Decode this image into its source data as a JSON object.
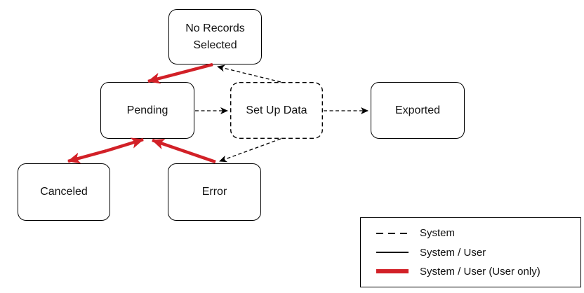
{
  "colors": {
    "arrow_red": "#d22027",
    "line_black": "#000000",
    "text": "#111111",
    "background": "#ffffff"
  },
  "diagram": {
    "nodes": {
      "no_records_selected": {
        "label": "No Records Selected",
        "outline": "solid"
      },
      "pending": {
        "label": "Pending",
        "outline": "solid"
      },
      "set_up_data": {
        "label": "Set Up Data",
        "outline": "dashed"
      },
      "exported": {
        "label": "Exported",
        "outline": "solid"
      },
      "canceled": {
        "label": "Canceled",
        "outline": "solid"
      },
      "error": {
        "label": "Error",
        "outline": "solid"
      }
    },
    "edges": [
      {
        "from": "no_records_selected",
        "to": "pending",
        "style": "thick-red",
        "arrows": "end"
      },
      {
        "from": "pending",
        "to": "canceled",
        "style": "thick-red",
        "arrows": "both"
      },
      {
        "from": "error",
        "to": "pending",
        "style": "thick-red",
        "arrows": "end"
      },
      {
        "from": "set_up_data",
        "to": "no_records_selected",
        "style": "dashed",
        "arrows": "end"
      },
      {
        "from": "pending",
        "to": "set_up_data",
        "style": "dashed",
        "arrows": "end"
      },
      {
        "from": "set_up_data",
        "to": "exported",
        "style": "dashed",
        "arrows": "end"
      },
      {
        "from": "set_up_data",
        "to": "error",
        "style": "dashed",
        "arrows": "end"
      }
    ]
  },
  "legend": {
    "items": [
      {
        "label": "System",
        "line": "dashed-black"
      },
      {
        "label": "System / User",
        "line": "solid-black"
      },
      {
        "label": "System / User (User only)",
        "line": "thick-red"
      }
    ]
  }
}
